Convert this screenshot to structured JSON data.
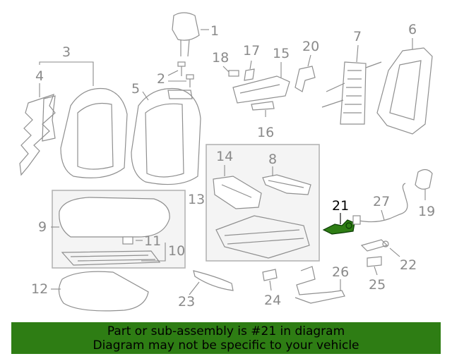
{
  "diagram": {
    "highlight_part": "21",
    "highlight_color": "#2e7d14",
    "labels": {
      "p1": "1",
      "p2": "2",
      "p3": "3",
      "p4": "4",
      "p5": "5",
      "p6": "6",
      "p7": "7",
      "p8": "8",
      "p9": "9",
      "p10": "10",
      "p11": "11",
      "p12": "12",
      "p13": "13",
      "p14": "14",
      "p15": "15",
      "p16": "16",
      "p17": "17",
      "p18": "18",
      "p19": "19",
      "p20": "20",
      "p21": "21",
      "p22": "22",
      "p23": "23",
      "p24": "24",
      "p25": "25",
      "p26": "26",
      "p27": "27"
    }
  },
  "banner": {
    "line1": "Part or sub-assembly is #21 in diagram",
    "line2": "Diagram may not be specific to your vehicle",
    "background": "#2e7d14"
  }
}
